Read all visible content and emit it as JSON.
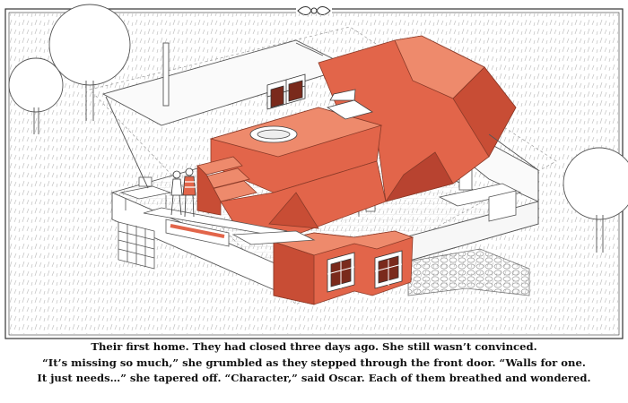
{
  "caption": {
    "line1": "Their first home.  They had closed three days ago.  She still wasn’t convinced.",
    "line2": "“It’s missing so much,” she grumbled as they stepped through the front door.  “Walls for one.",
    "line3": "It just needs…” she tapered off.  “Character,” said Oscar.  Each of them breathed and wondered."
  },
  "colors": {
    "accent": "#e2654a",
    "accent_dark": "#c84d35",
    "accent_light": "#ee8a6c",
    "line": "#555555",
    "background": "#ffffff"
  }
}
